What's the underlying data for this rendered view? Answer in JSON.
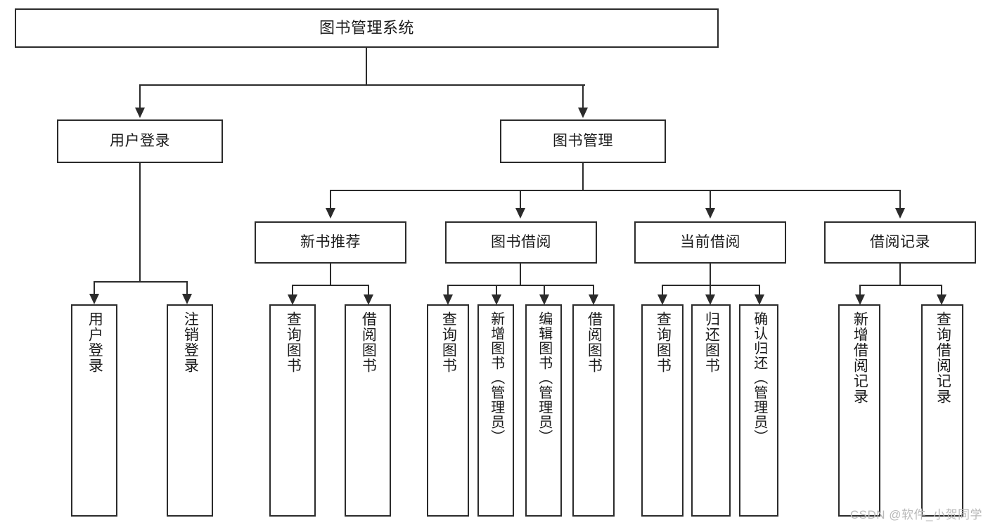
{
  "diagram": {
    "title": "图书管理系统",
    "type": "tree-hierarchy-diagram",
    "watermark": "CSDN @软件_小贺同学",
    "colors": {
      "stroke": "#2b2b2b",
      "fill": "#ffffff",
      "text": "#1a1a1a",
      "watermark": "#b9b9b9"
    },
    "root": {
      "label": "图书管理系统"
    },
    "level2": [
      {
        "label": "用户登录"
      },
      {
        "label": "图书管理"
      }
    ],
    "level3": [
      {
        "label": "新书推荐"
      },
      {
        "label": "图书借阅"
      },
      {
        "label": "当前借阅"
      },
      {
        "label": "借阅记录"
      }
    ],
    "leaves": {
      "user_login": [
        {
          "label": "用户登录"
        },
        {
          "label": "注销登录"
        }
      ],
      "new_book": [
        {
          "label": "查询图书"
        },
        {
          "label": "借阅图书"
        }
      ],
      "book_borrow": [
        {
          "label": "查询图书"
        },
        {
          "label": "新增图书（管理员）"
        },
        {
          "label": "编辑图书（管理员）"
        },
        {
          "label": "借阅图书"
        }
      ],
      "current_borrow": [
        {
          "label": "查询图书"
        },
        {
          "label": "归还图书"
        },
        {
          "label": "确认归还（管理员）"
        }
      ],
      "borrow_record": [
        {
          "label": "新增借阅记录"
        },
        {
          "label": "查询借阅记录"
        }
      ]
    }
  }
}
